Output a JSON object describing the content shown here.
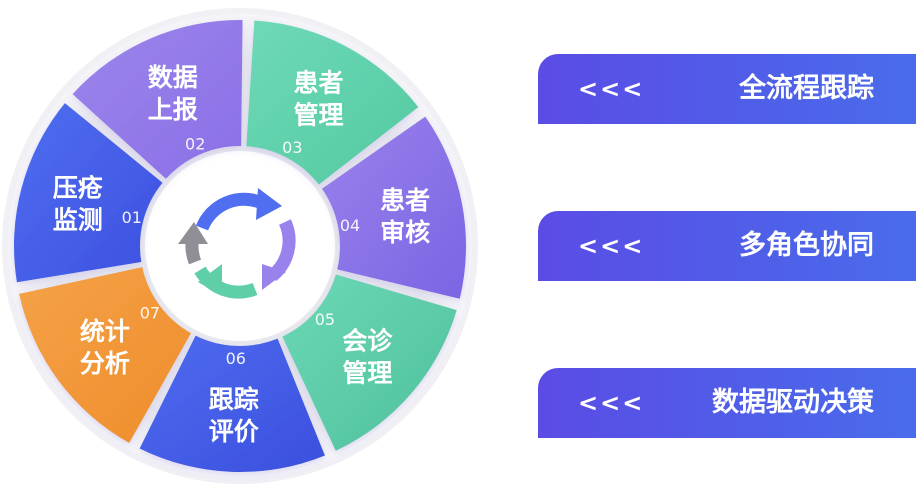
{
  "cycle": {
    "segments": [
      {
        "num": "01",
        "line1": "压疮",
        "line2": "监测",
        "color": "#4f6ef0",
        "color_dark": "#3d50e0"
      },
      {
        "num": "02",
        "line1": "数据",
        "line2": "上报",
        "color": "#9c85ec",
        "color_dark": "#8a6fe6"
      },
      {
        "num": "03",
        "line1": "患者",
        "line2": "管理",
        "color": "#6fd9b8",
        "color_dark": "#52c9a0"
      },
      {
        "num": "04",
        "line1": "患者",
        "line2": "审核",
        "color": "#9a82ec",
        "color_dark": "#7c64e4"
      },
      {
        "num": "05",
        "line1": "会诊",
        "line2": "管理",
        "color": "#6cd8b6",
        "color_dark": "#4fc09b"
      },
      {
        "num": "06",
        "line1": "跟踪",
        "line2": "评价",
        "color": "#4e6cef",
        "color_dark": "#3b4fde"
      },
      {
        "num": "07",
        "line1": "统计",
        "line2": "分析",
        "color": "#f4a248",
        "color_dark": "#ef8d2b"
      }
    ],
    "center_icon": "cycle-arrows-icon"
  },
  "banners": [
    {
      "arrows": "<<<",
      "text": "全流程跟踪"
    },
    {
      "arrows": "<<<",
      "text": "多角色协同"
    },
    {
      "arrows": "<<<",
      "text": "数据驱动决策"
    }
  ]
}
